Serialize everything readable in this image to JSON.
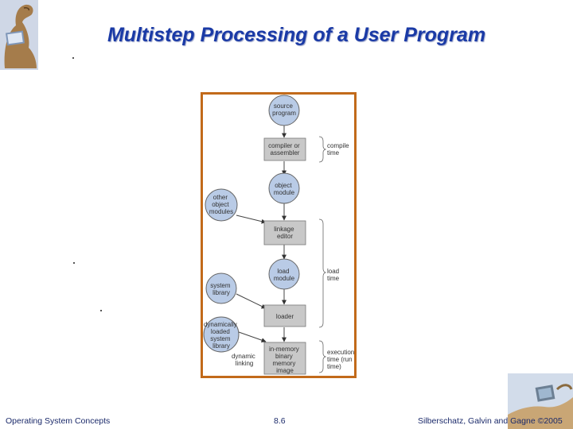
{
  "slide": {
    "title": "Multistep Processing of a User Program"
  },
  "footer": {
    "left": "Operating System Concepts",
    "center": "8.6",
    "right": "Silberschatz, Galvin and Gagne ©2005"
  },
  "diagram": {
    "nodes": {
      "source_program": [
        "source",
        "program"
      ],
      "compiler": [
        "compiler or",
        "assembler"
      ],
      "object_module": [
        "object",
        "module"
      ],
      "other_object_modules": [
        "other",
        "object",
        "modules"
      ],
      "linkage_editor": [
        "linkage",
        "editor"
      ],
      "load_module": [
        "load",
        "module"
      ],
      "system_library": [
        "system",
        "library"
      ],
      "loader": [
        "loader"
      ],
      "dyn_loaded_library": [
        "dynamically",
        "loaded",
        "system",
        "library"
      ],
      "in_memory_image": [
        "in-memory",
        "binary",
        "memory",
        "image"
      ]
    },
    "labels": {
      "dynamic_linking": [
        "dynamic",
        "linking"
      ],
      "compile_time": [
        "compile",
        "time"
      ],
      "load_time": [
        "load",
        "time"
      ],
      "execution_time": [
        "execution",
        "time (run",
        "time)"
      ]
    },
    "colors": {
      "frame": "#c26a1a",
      "circle": "#b9cbe6",
      "box": "#c8c8c8",
      "stroke": "#555555",
      "text": "#333333"
    }
  }
}
